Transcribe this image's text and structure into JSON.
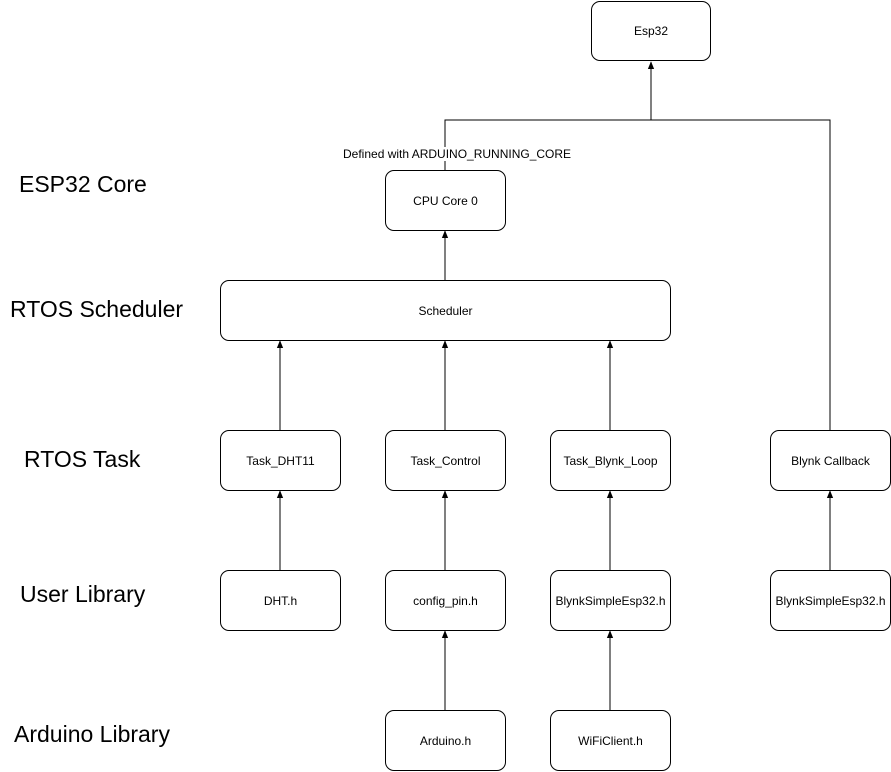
{
  "layers": {
    "esp32_core": "ESP32 Core",
    "rtos_scheduler": "RTOS Scheduler",
    "rtos_task": "RTOS Task",
    "user_library": "User Library",
    "arduino_library": "Arduino Library"
  },
  "nodes": {
    "esp32": "Esp32",
    "cpu_core_0": "CPU Core 0",
    "scheduler": "Scheduler",
    "task_dht11": "Task_DHT11",
    "task_control": "Task_Control",
    "task_blynk_loop": "Task_Blynk_Loop",
    "blynk_callback": "Blynk Callback",
    "dht_h": "DHT.h",
    "config_pin_h": "config_pin.h",
    "blynk_simple_esp32_h_1": "BlynkSimpleEsp32.h",
    "blynk_simple_esp32_h_2": "BlynkSimpleEsp32.h",
    "arduino_h": "Arduino.h",
    "wificlient_h": "WiFiClient.h"
  },
  "edge_labels": {
    "cpu_core_note": "Defined with ARDUINO_RUNNING_CORE"
  }
}
